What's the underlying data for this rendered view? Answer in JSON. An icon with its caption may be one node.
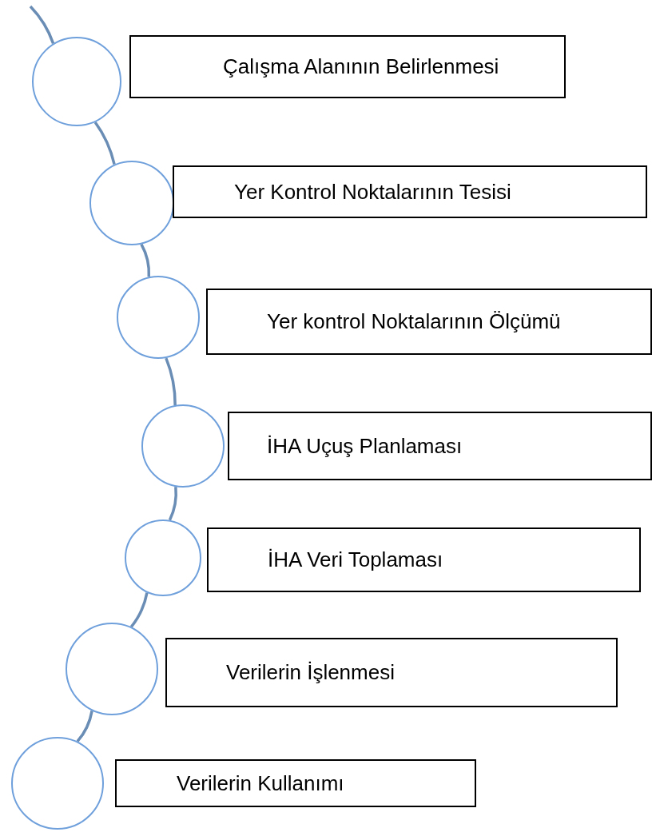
{
  "diagram": {
    "nodes": [
      {
        "text": [],
        "shape": "circle"
      },
      {
        "text": [
          "Çalışma Alanının Belirlenmesi"
        ]
      },
      {
        "text": [],
        "shape": "circle"
      },
      {
        "text": [
          "Yer Kontrol Noktalarının Tesisi"
        ]
      },
      {
        "text": [],
        "shape": "circle"
      },
      {
        "text": [
          "Yer kontrol Noktalarının Ölçümü"
        ]
      },
      {
        "text": [],
        "shape": "circle"
      },
      {
        "text": [
          "İHA Uçuş Planlaması"
        ]
      },
      {
        "text": [],
        "shape": "circle"
      },
      {
        "text": [
          "İHA Veri Toplaması"
        ]
      },
      {
        "text": [],
        "shape": "circle"
      },
      {
        "text": [
          "Verilerin İşlenmesi"
        ]
      },
      {
        "text": [],
        "shape": "circle"
      },
      {
        "text": [
          "Verilerin Kullanımı"
        ]
      }
    ],
    "edges": [
      {
        "from": null,
        "to": 0,
        "arrow": "none"
      },
      {
        "from": 0,
        "to": 2,
        "arrow": "none"
      },
      {
        "from": 2,
        "to": 4,
        "arrow": "none"
      },
      {
        "from": 4,
        "to": 6,
        "arrow": "none"
      },
      {
        "from": 6,
        "to": 8,
        "arrow": "none"
      },
      {
        "from": 8,
        "to": 10,
        "arrow": "none"
      },
      {
        "from": 10,
        "to": 12,
        "arrow": "none"
      }
    ]
  }
}
